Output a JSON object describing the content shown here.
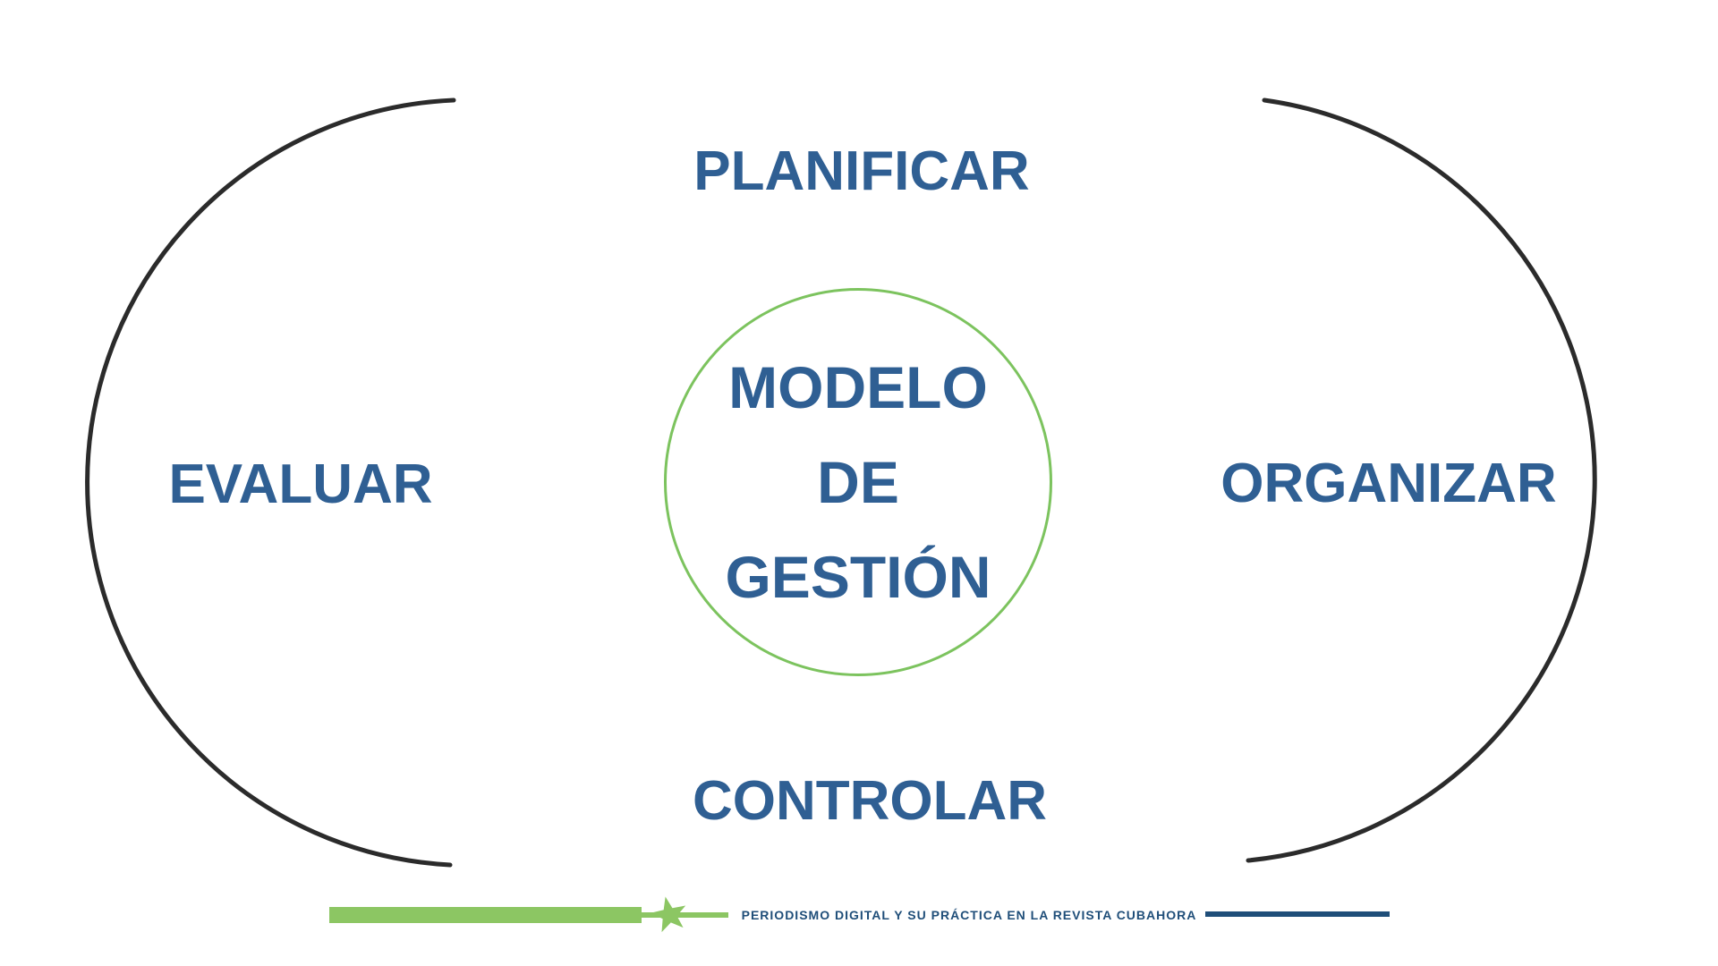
{
  "diagram": {
    "title_circle": {
      "lines": [
        "MODELO",
        "DE",
        "GESTIÓN"
      ]
    },
    "labels": {
      "top": "PLANIFICAR",
      "right": "ORGANIZAR",
      "bottom": "CONTROLAR",
      "left": "EVALUAR"
    }
  },
  "footer": {
    "caption": "PERIODISMO DIGITAL Y SU PRÁCTICA EN LA REVISTA CUBAHORA"
  },
  "icons": {
    "star": "5-point-star"
  },
  "colors": {
    "label_blue": "#2F5F93",
    "footer_blue": "#1F4E79",
    "green_bar": "#8CC663",
    "circle_green": "#7CC35E",
    "arc_black": "#2B2B2B",
    "background": "#FFFFFF"
  }
}
